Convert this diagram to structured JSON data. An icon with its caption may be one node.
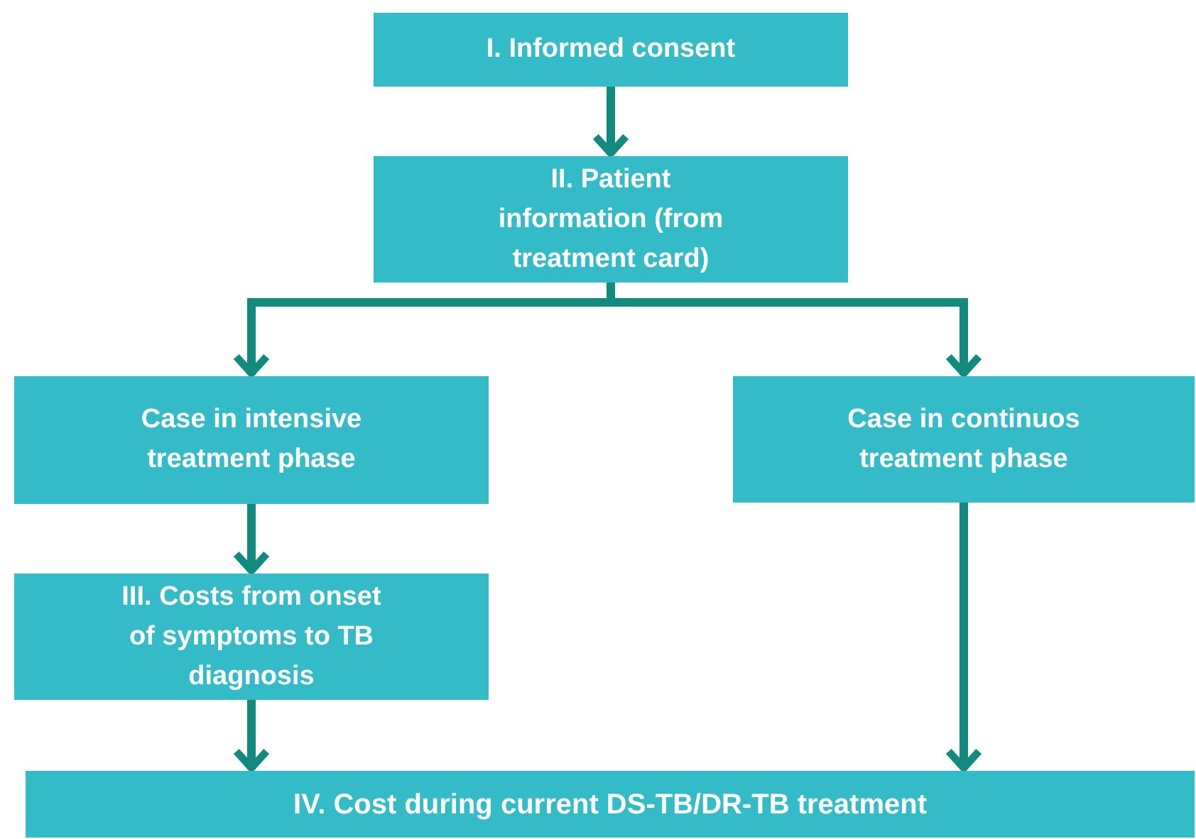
{
  "diagram": {
    "nodes": [
      {
        "text": [
          "I. Informed consent"
        ]
      },
      {
        "text": [
          "II. Patient information (from treatment card)"
        ]
      },
      {
        "text": [
          "Case in intensive treatment phase"
        ]
      },
      {
        "text": [
          "Case in continuos treatment phase"
        ]
      },
      {
        "text": [
          "III. Costs from onset of symptoms to TB diagnosis"
        ]
      },
      {
        "text": [
          "IV. Cost during current DS-TB/DR-TB treatment"
        ]
      }
    ],
    "edges": [
      {
        "from": 0,
        "to": 1,
        "arrow": "to"
      },
      {
        "from": 1,
        "to": 2,
        "arrow": "to"
      },
      {
        "from": 1,
        "to": 3,
        "arrow": "to"
      },
      {
        "from": 2,
        "to": 4,
        "arrow": "to"
      },
      {
        "from": 4,
        "to": 5,
        "arrow": "to"
      },
      {
        "from": 3,
        "to": 5,
        "arrow": "to"
      }
    ]
  }
}
